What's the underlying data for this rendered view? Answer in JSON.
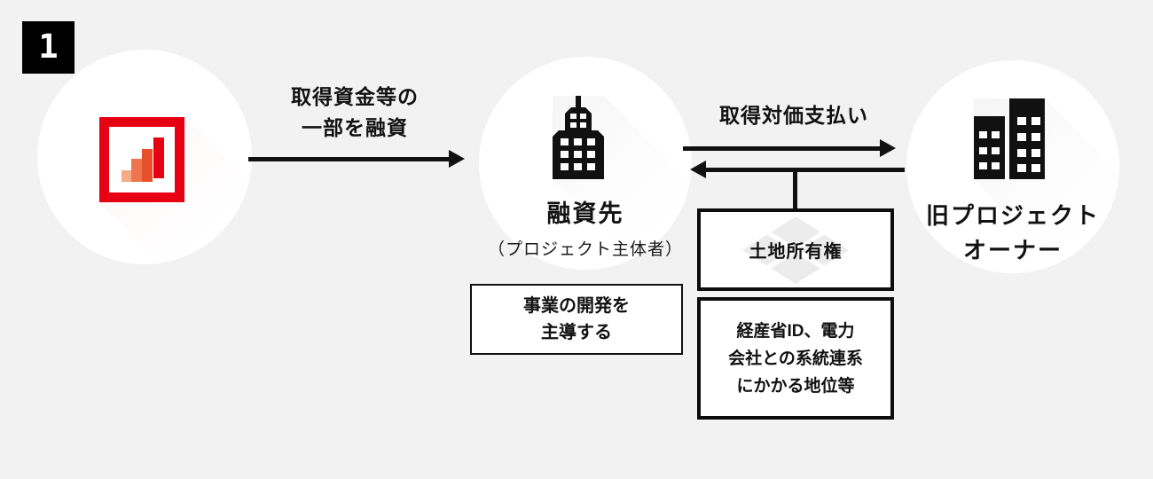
{
  "colors": {
    "background": "#f2f2f2",
    "ink": "#111111",
    "white": "#ffffff",
    "brand_red": "#e60012",
    "logo_bars": [
      "#f5ab85",
      "#ee7550",
      "#e8502c",
      "#e60012"
    ]
  },
  "badge": {
    "number": "1"
  },
  "loan_flow": {
    "label_line1": "取得資金等の",
    "label_line2": "一部を融資",
    "direction": "right"
  },
  "borrower": {
    "title": "融資先",
    "subtitle": "（プロジェクト主体者）",
    "note_line1": "事業の開発を",
    "note_line2": "主導する"
  },
  "payment_flow": {
    "label": "取得対価支払い",
    "direction": "right"
  },
  "transfer": {
    "direction": "left",
    "land_label": "土地所有権",
    "meti_line1": "経産省ID、電力",
    "meti_line2": "会社との系統連系",
    "meti_line3": "にかかる地位等"
  },
  "old_owner": {
    "title_line1": "旧プロジェクト",
    "title_line2": "オーナー"
  },
  "icons": {
    "lender": "bar-chart-logo",
    "borrower": "office-tower-building",
    "old_owner": "twin-buildings",
    "land": "land-parcel"
  }
}
